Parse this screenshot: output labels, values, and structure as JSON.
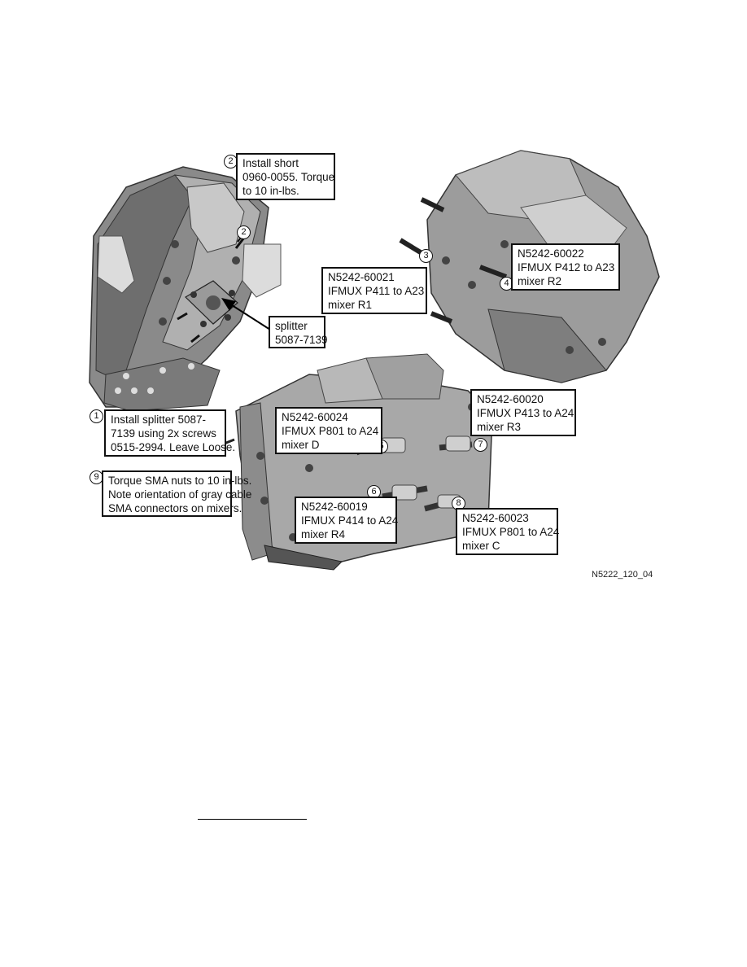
{
  "callouts": {
    "short": [
      "Install short",
      "0960-0055. Torque",
      "to 10 in-lbs."
    ],
    "splitter_label": [
      "splitter",
      "5087-7139"
    ],
    "splitter_install": [
      "Install splitter 5087-",
      "7139 using 2x screws",
      "0515-2994. Leave Loose."
    ],
    "torque": [
      "Torque SMA nuts to 10 in-lbs.",
      "Note orientation of gray cable",
      "SMA connectors on mixers."
    ],
    "c60021": [
      "N5242-60021",
      "IFMUX P411 to A23",
      "mixer R1"
    ],
    "c60022": [
      "N5242-60022",
      "IFMUX P412 to A23",
      "mixer R2"
    ],
    "c60024": [
      "N5242-60024",
      "IFMUX P801 to A24",
      "mixer D"
    ],
    "c60020": [
      "N5242-60020",
      "IFMUX P413 to A24",
      "mixer R3"
    ],
    "c60019": [
      "N5242-60019",
      "IFMUX P414 to A24",
      "mixer R4"
    ],
    "c60023": [
      "N5242-60023",
      "IFMUX P801 to A24",
      "mixer C"
    ]
  },
  "step_numbers": {
    "s1": "1",
    "s2a": "2",
    "s2b": "2",
    "s3": "3",
    "s4": "4",
    "s5": "5",
    "s6": "6",
    "s7": "7",
    "s8": "8",
    "s9": "9"
  },
  "figure_id": "N5222_120_04"
}
